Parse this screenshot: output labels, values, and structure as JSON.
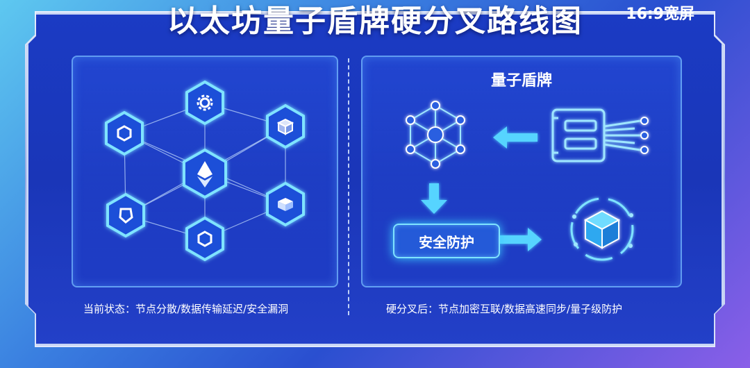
{
  "header": {
    "title": "以太坊量子盾牌硬分叉路线图",
    "aspect_label": "16:9宽屏"
  },
  "left_panel": {
    "caption": "当前状态：节点分散/数据传输延迟/安全漏洞",
    "nodes": [
      {
        "icon": "gear-icon"
      },
      {
        "icon": "hexagon-icon"
      },
      {
        "icon": "cube-icon"
      },
      {
        "icon": "ethereum-icon"
      },
      {
        "icon": "shield-icon"
      },
      {
        "icon": "hexagon-icon"
      },
      {
        "icon": "box-icon"
      }
    ]
  },
  "right_panel": {
    "title": "量子盾牌",
    "security_label": "安全防护",
    "caption": "硬分叉后：节点加密互联/数据高速同步/量子级防护"
  },
  "colors": {
    "accent": "#3fd0ff",
    "frame": "#1b3bc4",
    "background_start": "#5ec8f0",
    "background_end": "#8a5fe8"
  }
}
